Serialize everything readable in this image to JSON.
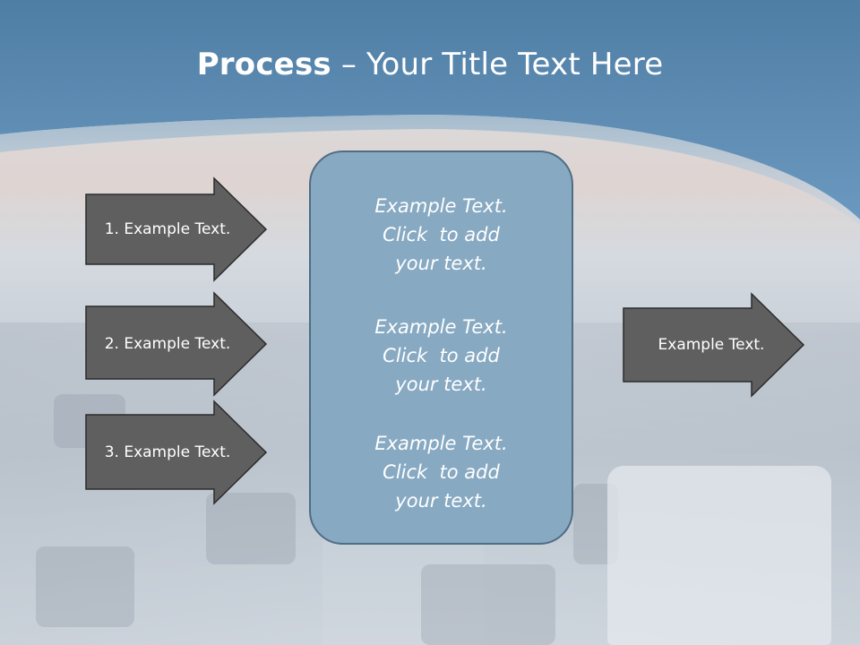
{
  "slide": {
    "title_bold": "Process",
    "title_rest": " – Your Title Text Here"
  },
  "left_arrows": [
    {
      "label": "1. Example Text."
    },
    {
      "label": "2. Example Text."
    },
    {
      "label": "3. Example Text."
    }
  ],
  "center_box": {
    "blocks": [
      {
        "lines": [
          "Example Text.",
          "Click  to add",
          "your text."
        ]
      },
      {
        "lines": [
          "Example Text.",
          "Click  to add",
          "your text."
        ]
      },
      {
        "lines": [
          "Example Text.",
          "Click  to add",
          "your text."
        ]
      }
    ]
  },
  "right_arrow": {
    "label": "Example Text."
  },
  "colors": {
    "header_blue": "#5f8db3",
    "arrow_fill": "#5f5f5f",
    "box_fill": "#87a9c2",
    "box_border": "#4f6d85"
  }
}
